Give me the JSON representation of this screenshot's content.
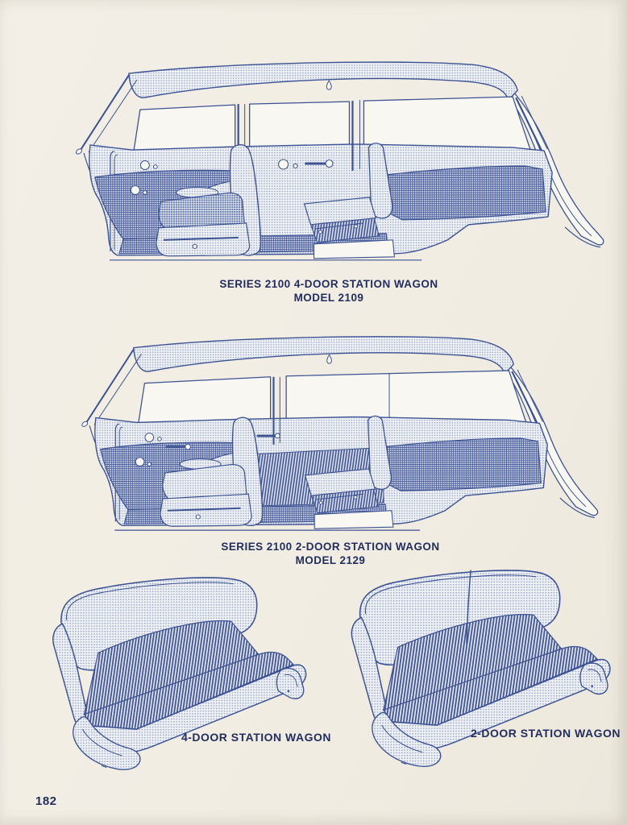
{
  "page": {
    "number": "182",
    "kind": "station wagon interior catalog page"
  },
  "colors": {
    "paper": "#f1ede3",
    "ink": "#3c5292",
    "text": "#232e5e",
    "paper_white": "#f8f7f2",
    "halftone_light": "#d2d8e5",
    "panel_dark": "#8694be"
  },
  "figures": {
    "wagon_4door": {
      "caption": "SERIES 2100 4-DOOR STATION WAGON",
      "model": "MODEL 2109"
    },
    "wagon_2door": {
      "caption": "SERIES 2100 2-DOOR STATION WAGON",
      "model": "MODEL 2129"
    },
    "seat_4door": {
      "caption": "4-DOOR STATION WAGON"
    },
    "seat_2door": {
      "caption": "2-DOOR STATION WAGON"
    }
  }
}
